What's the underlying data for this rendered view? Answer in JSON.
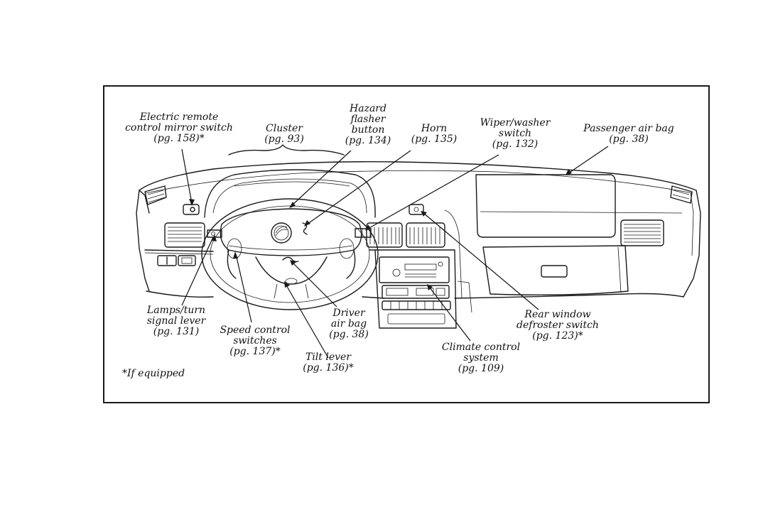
{
  "labels": {
    "mirror": [
      "Electric remote",
      "control mirror switch",
      "(pg. 158)*"
    ],
    "cluster": [
      "Cluster",
      "(pg. 93)"
    ],
    "hazard": [
      "Hazard",
      "flasher",
      "button",
      "(pg. 134)"
    ],
    "horn": [
      "Horn",
      "(pg. 135)"
    ],
    "wiper": [
      "Wiper/washer",
      "switch",
      "(pg. 132)"
    ],
    "passenger": [
      "Passenger air bag",
      "(pg. 38)"
    ],
    "lamps": [
      "Lamps/turn",
      "signal lever",
      "(pg. 131)"
    ],
    "speed": [
      "Speed control",
      "switches",
      "(pg. 137)*"
    ],
    "driver": [
      "Driver",
      "air bag",
      "(pg. 38)"
    ],
    "tilt": [
      "Tilt lever",
      "(pg. 136)*"
    ],
    "climate": [
      "Climate control",
      "system",
      "(pg. 109)"
    ],
    "rear": [
      "Rear window",
      "defroster switch",
      "(pg. 123)*"
    ]
  },
  "footnote": "*If equipped",
  "colors": {
    "ink": "#1a1a1a",
    "background": "#ffffff"
  }
}
